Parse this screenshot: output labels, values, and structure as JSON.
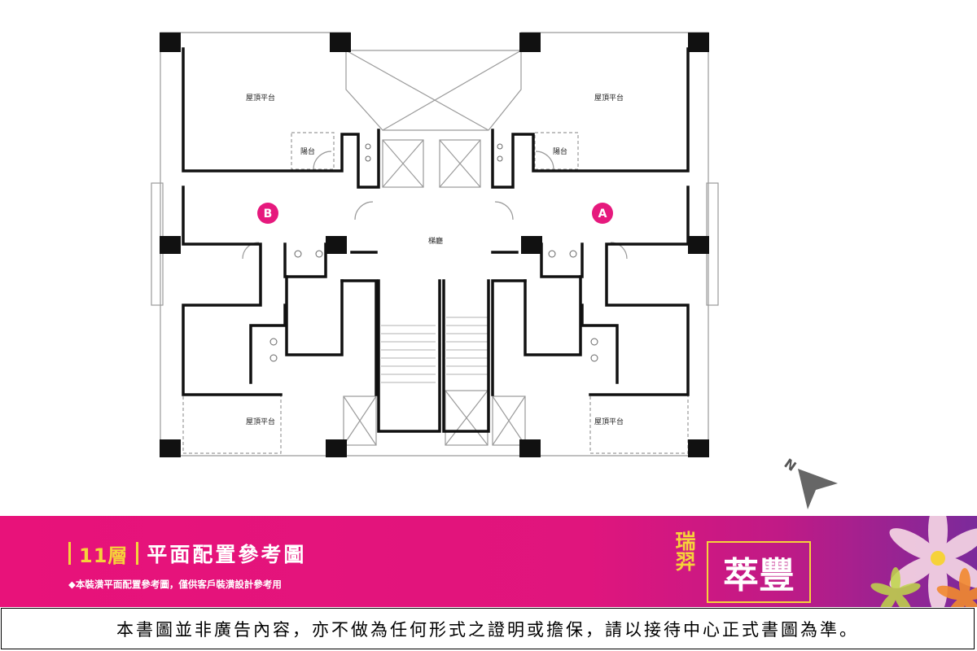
{
  "floor_plan": {
    "units": [
      "B",
      "A"
    ],
    "rooms": {
      "roof_top_left": "屋頂平台",
      "roof_top_right": "屋頂平台",
      "balcony_left": "陽台",
      "balcony_right": "陽台",
      "elevator_lobby": "梯廳",
      "roof_bottom_left": "屋頂平台",
      "roof_bottom_right": "屋頂平台"
    },
    "compass_label": "N"
  },
  "banner": {
    "floor_number": "11層",
    "title": "平面配置參考圖",
    "note": "◆本裝潢平面配置參考圖，僅供客戶裝潢設計參考用",
    "brand_small": "瑞羿",
    "brand_main": "萃豐",
    "colors": {
      "magenta": "#e6197d",
      "gold": "#f6d23a"
    }
  },
  "disclaimer": "本書圖並非廣告內容，亦不做為任何形式之證明或擔保，請以接待中心正式書圖為準。"
}
